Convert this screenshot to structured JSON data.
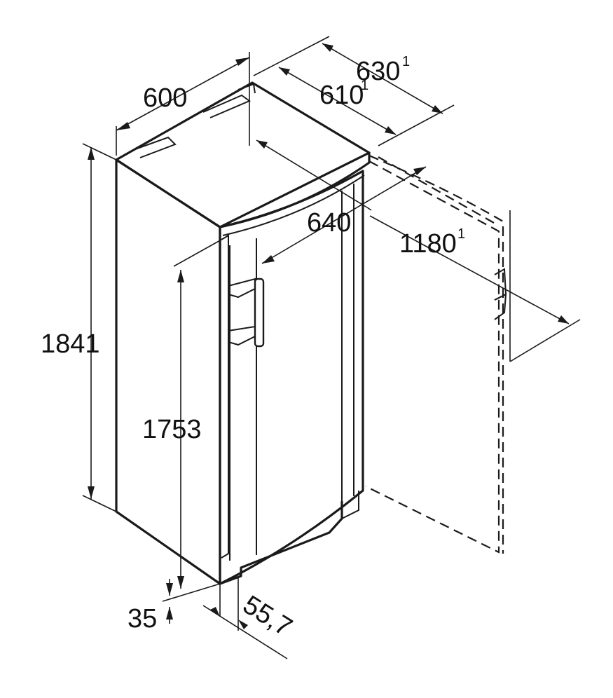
{
  "drawing": {
    "type": "appliance-dimension-drawing",
    "colors": {
      "line": "#1a1a1a",
      "background": "#ffffff"
    }
  },
  "dimensions": {
    "height_total": {
      "value": "1841"
    },
    "height_body": {
      "value": "1753"
    },
    "plinth_height": {
      "value": "35"
    },
    "door_offset": {
      "value": "55,7"
    },
    "width": {
      "value": "600"
    },
    "depth_body": {
      "value": "610",
      "footnote": "1"
    },
    "depth_total": {
      "value": "630",
      "footnote": "1"
    },
    "depth_with_handle": {
      "value": "640"
    },
    "depth_door_open": {
      "value": "1180",
      "footnote": "1"
    }
  }
}
